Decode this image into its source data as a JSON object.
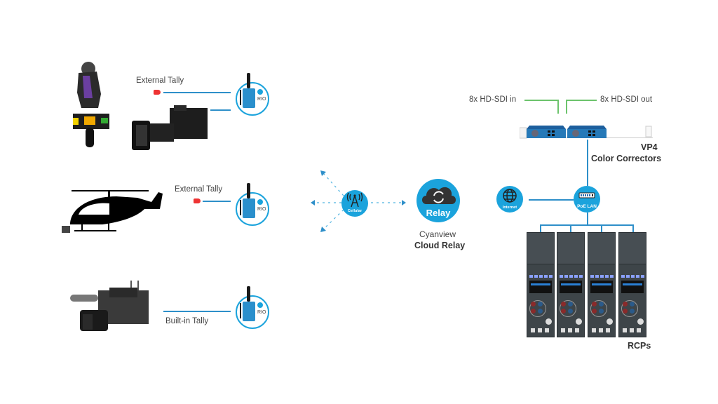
{
  "sources": [
    {
      "name": "motorcycle-camera",
      "tally_label": "External Tally",
      "device_label": "RIO"
    },
    {
      "name": "helicopter-camera",
      "tally_label": "External Tally",
      "device_label": "RIO"
    },
    {
      "name": "shoulder-camcorder",
      "tally_label": "Built-in Tally",
      "device_label": "RIO"
    }
  ],
  "cellular": {
    "label": "Cellular"
  },
  "relay": {
    "icon_label": "Relay",
    "title_line1": "Cyanview",
    "title_line2": "Cloud Relay"
  },
  "vp4": {
    "sdi_in": "8x HD-SDI in",
    "sdi_out": "8x HD-SDI out",
    "title_line1": "VP4",
    "title_line2": "Color Correctors"
  },
  "internet": {
    "label": "Internet"
  },
  "poe": {
    "label": "PoE LAN"
  },
  "rcps": {
    "label": "RCPs",
    "count": 4
  },
  "colors": {
    "accent": "#1ba3dc",
    "line": "#2e8fc9",
    "sdi_line": "#6cc36c",
    "tally": "#e33333"
  }
}
